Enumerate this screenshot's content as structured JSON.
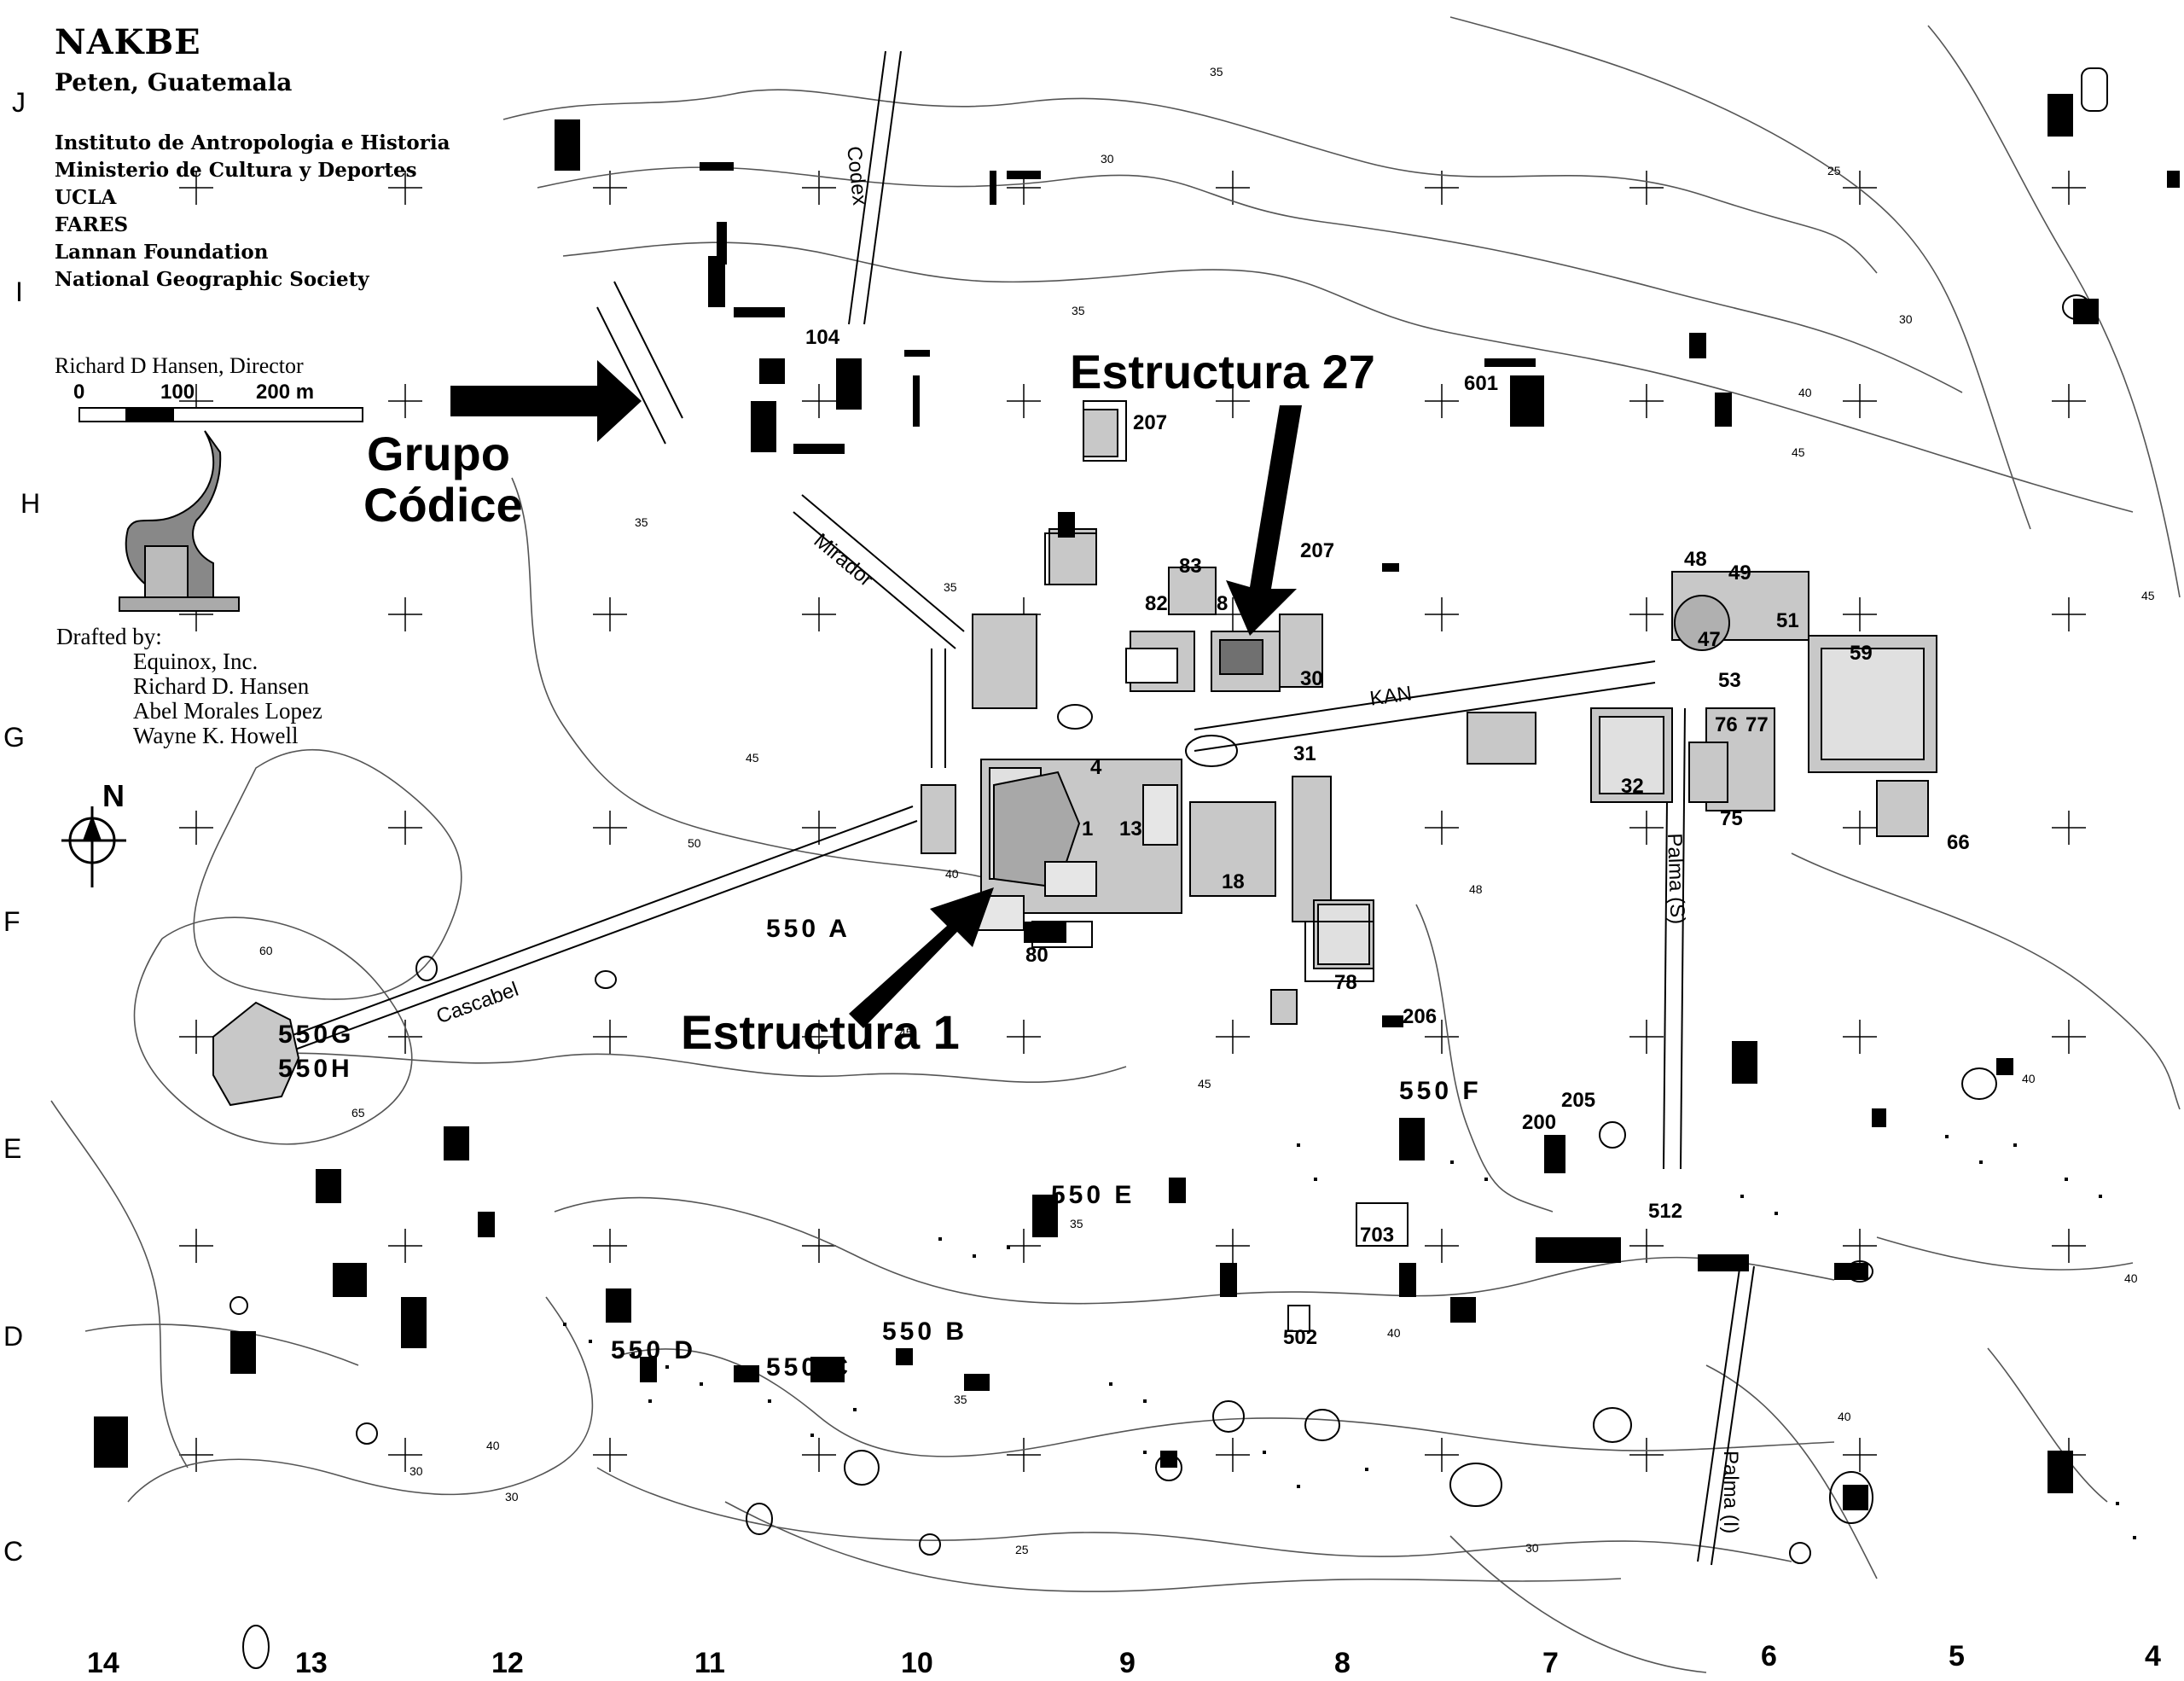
{
  "header": {
    "title": "NAKBE",
    "subtitle": "Peten,  Guatemala",
    "sponsors": [
      "Instituto de Antropologia e Historia",
      "Ministerio de Cultura y Deportes",
      "UCLA",
      "FARES",
      "Lannan Foundation",
      "National Geographic Society"
    ],
    "director": "Richard D Hansen, Director"
  },
  "scale_bar": {
    "labels": [
      "0",
      "100",
      "200 m"
    ]
  },
  "credits": {
    "heading": "Drafted by:",
    "names": [
      "Equinox, Inc.",
      "Richard D. Hansen",
      "Abel Morales Lopez",
      "Wayne K. Howell"
    ]
  },
  "north_arrow": {
    "label": "N",
    "icon": "north-arrow-icon"
  },
  "grid": {
    "rows": [
      "J",
      "I",
      "H",
      "G",
      "F",
      "E",
      "D",
      "C"
    ],
    "columns": [
      "14",
      "13",
      "12",
      "11",
      "10",
      "9",
      "8",
      "7",
      "6",
      "5",
      "4"
    ]
  },
  "callouts": {
    "grupo_codice": [
      "Grupo",
      "Códice"
    ],
    "estructura_27": "Estructura 27",
    "estructura_1": "Estructura 1"
  },
  "roads": {
    "codex": "Codex",
    "mirador": "Mirador",
    "cascabel": "Cascabel",
    "kan": "KAN",
    "palma_s": "Palma (S)",
    "palma_i": "Palma (I)"
  },
  "structures": [
    "104",
    "207",
    "601",
    "207",
    "83",
    "82",
    "8",
    "30",
    "48",
    "49",
    "51",
    "47",
    "53",
    "59",
    "76",
    "77",
    "31",
    "4",
    "1",
    "13",
    "18",
    "32",
    "75",
    "66",
    "80",
    "78",
    "206",
    "205",
    "200",
    "512",
    "703",
    "502"
  ],
  "groups": [
    "550 A",
    "550G",
    "550H",
    "550 F",
    "550 E",
    "550 D",
    "550 C",
    "550 B"
  ],
  "contours": [
    "35",
    "30",
    "25",
    "35",
    "30",
    "40",
    "45",
    "45",
    "35",
    "35",
    "45",
    "50",
    "60",
    "65",
    "40",
    "45",
    "48",
    "45",
    "40",
    "40",
    "35",
    "30",
    "25",
    "30",
    "40",
    "35",
    "30",
    "40",
    "40"
  ],
  "colors": {
    "ink": "#000000",
    "paper": "#ffffff",
    "structure_fill": "#c8c8c8"
  }
}
